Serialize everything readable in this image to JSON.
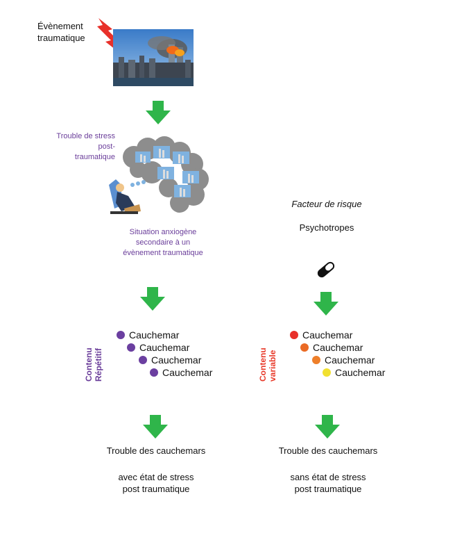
{
  "top": {
    "event_label_line1": "Évènement",
    "event_label_line2": "traumatique"
  },
  "ptsd": {
    "label_line1": "Trouble de stress post-",
    "label_line2": "traumatique"
  },
  "situation": {
    "line1": "Situation anxiogène",
    "line2": "secondaire à un",
    "line3": "évènement traumatique"
  },
  "risk": {
    "title": "Facteur de risque",
    "value": "Psychotropes"
  },
  "left": {
    "vertical_label_line1": "Contenu",
    "vertical_label_line2": "Répétitif",
    "nightmares": [
      "Cauchemar",
      "Cauchemar",
      "Cauchemar",
      "Cauchemar"
    ],
    "dot_colors": [
      "#6b3fa0",
      "#6b3fa0",
      "#6b3fa0",
      "#6b3fa0"
    ],
    "result_line1": "Trouble des cauchemars",
    "result_line2": "avec état de stress",
    "result_line3": "post traumatique"
  },
  "right": {
    "vertical_label_line1": "Contenu",
    "vertical_label_line2": "variable",
    "nightmares": [
      "Cauchemar",
      "Cauchemar",
      "Cauchemar",
      "Cauchemar"
    ],
    "dot_colors": [
      "#e8302a",
      "#ea6a24",
      "#ee7f2a",
      "#f1e030"
    ],
    "result_line1": "Trouble des cauchemars",
    "result_line2": "sans état de stress",
    "result_line3": "post traumatique"
  },
  "colors": {
    "arrow": "#2fb54a",
    "purple_text": "#6a3d9a",
    "red_text": "#e83a2a",
    "lightning": "#e8302a"
  },
  "icons": {
    "pill": "pill-icon",
    "lightning": "lightning-icon",
    "arrow": "arrow-down-icon"
  }
}
